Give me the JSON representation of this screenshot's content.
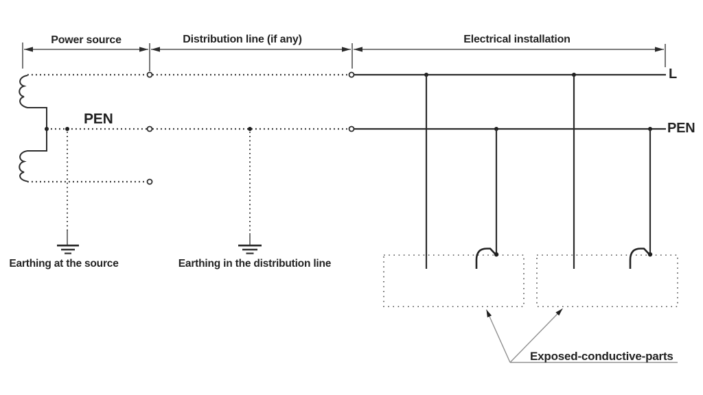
{
  "diagram": {
    "kind": "earthing-system-schematic",
    "sections": {
      "power_source": "Power source",
      "distribution_line": "Distribution line (if any)",
      "electrical_installation": "Electrical installation"
    },
    "conductors": {
      "line_label": "L",
      "pen_label_source": "PEN",
      "pen_label_installation": "PEN"
    },
    "earthing": {
      "at_source": "Earthing at the source",
      "in_distribution_line": "Earthing in the distribution line"
    },
    "annotations": {
      "exposed_conductive_parts": "Exposed-conductive-parts"
    },
    "colors": {
      "stroke": "#2b2b2b",
      "leader": "#8f8f8f",
      "text": "#222222",
      "background": "#ffffff"
    }
  }
}
